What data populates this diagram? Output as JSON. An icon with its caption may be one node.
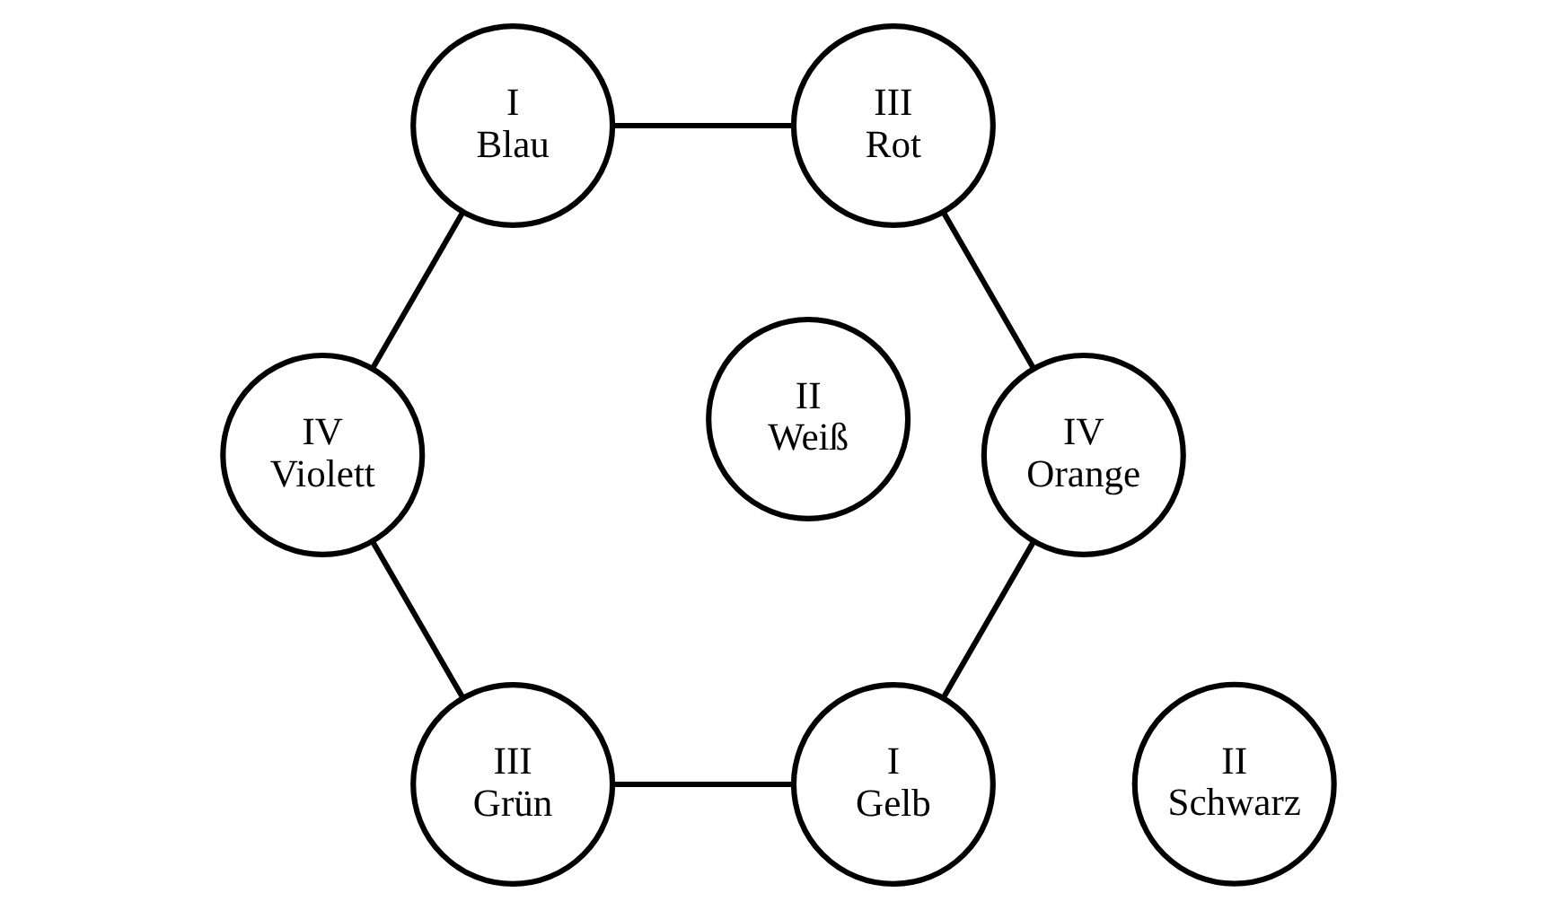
{
  "diagram": {
    "nodes": [
      {
        "text": [
          "I",
          "Gelb"
        ]
      },
      {
        "text": [
          "IV",
          "Orange"
        ]
      },
      {
        "text": [
          "III",
          "Grün"
        ]
      },
      {
        "text": [
          "II",
          "Weiß"
        ]
      },
      {
        "text": [
          "II",
          "Schwarz"
        ]
      },
      {
        "text": [
          "III",
          "Rot"
        ]
      },
      {
        "text": [
          "IV",
          "Violett"
        ]
      },
      {
        "text": [
          "I",
          "Blau"
        ]
      }
    ],
    "edges": [
      {
        "from": 0,
        "to": 2,
        "arrow": "none"
      },
      {
        "from": 2,
        "to": 6,
        "arrow": "none"
      },
      {
        "from": 6,
        "to": 7,
        "arrow": "none"
      },
      {
        "from": 7,
        "to": 5,
        "arrow": "none"
      },
      {
        "from": 5,
        "to": 1,
        "arrow": "none"
      },
      {
        "from": 1,
        "to": 0,
        "arrow": "none"
      }
    ]
  }
}
